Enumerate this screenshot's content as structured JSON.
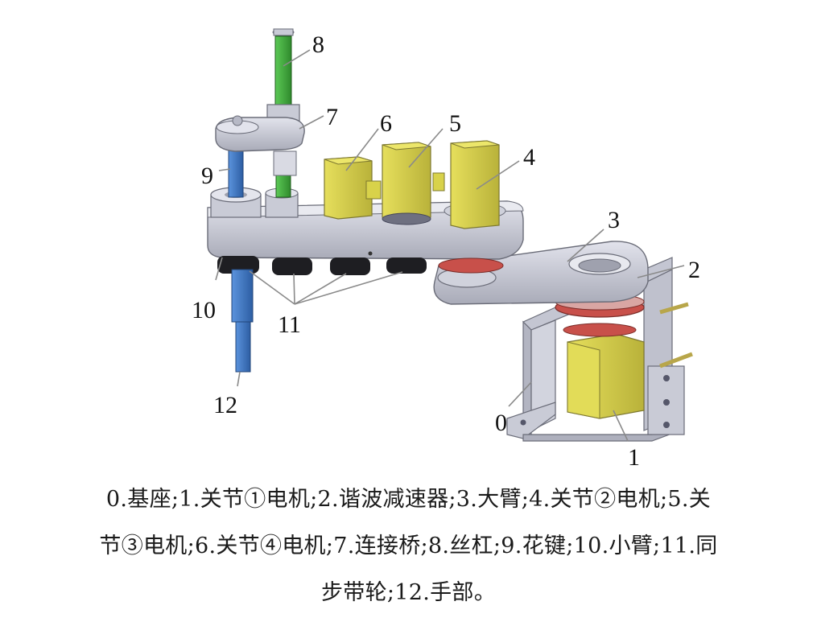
{
  "labels": {
    "l0": "0",
    "l1": "1",
    "l2": "2",
    "l3": "3",
    "l4": "4",
    "l5": "5",
    "l6": "6",
    "l7": "7",
    "l8": "8",
    "l9": "9",
    "l10": "10",
    "l11": "11",
    "l12": "12"
  },
  "caption": {
    "line1": "0.基座;1.关节①电机;2.谐波减速器;3.大臂;4.关节②电机;5.关",
    "line2": "节③电机;6.关节④电机;7.连接桥;8.丝杠;9.花键;10.小臂;11.同",
    "line3": "步带轮;12.手部。"
  },
  "colors": {
    "arm_gray": "#c9cbd6",
    "motor_yellow": "#d8d24a",
    "screw_green": "#3fae3c",
    "spline_blue": "#3f79c6",
    "reducer_red": "#c8504a",
    "pulley_black": "#1e1e22"
  }
}
